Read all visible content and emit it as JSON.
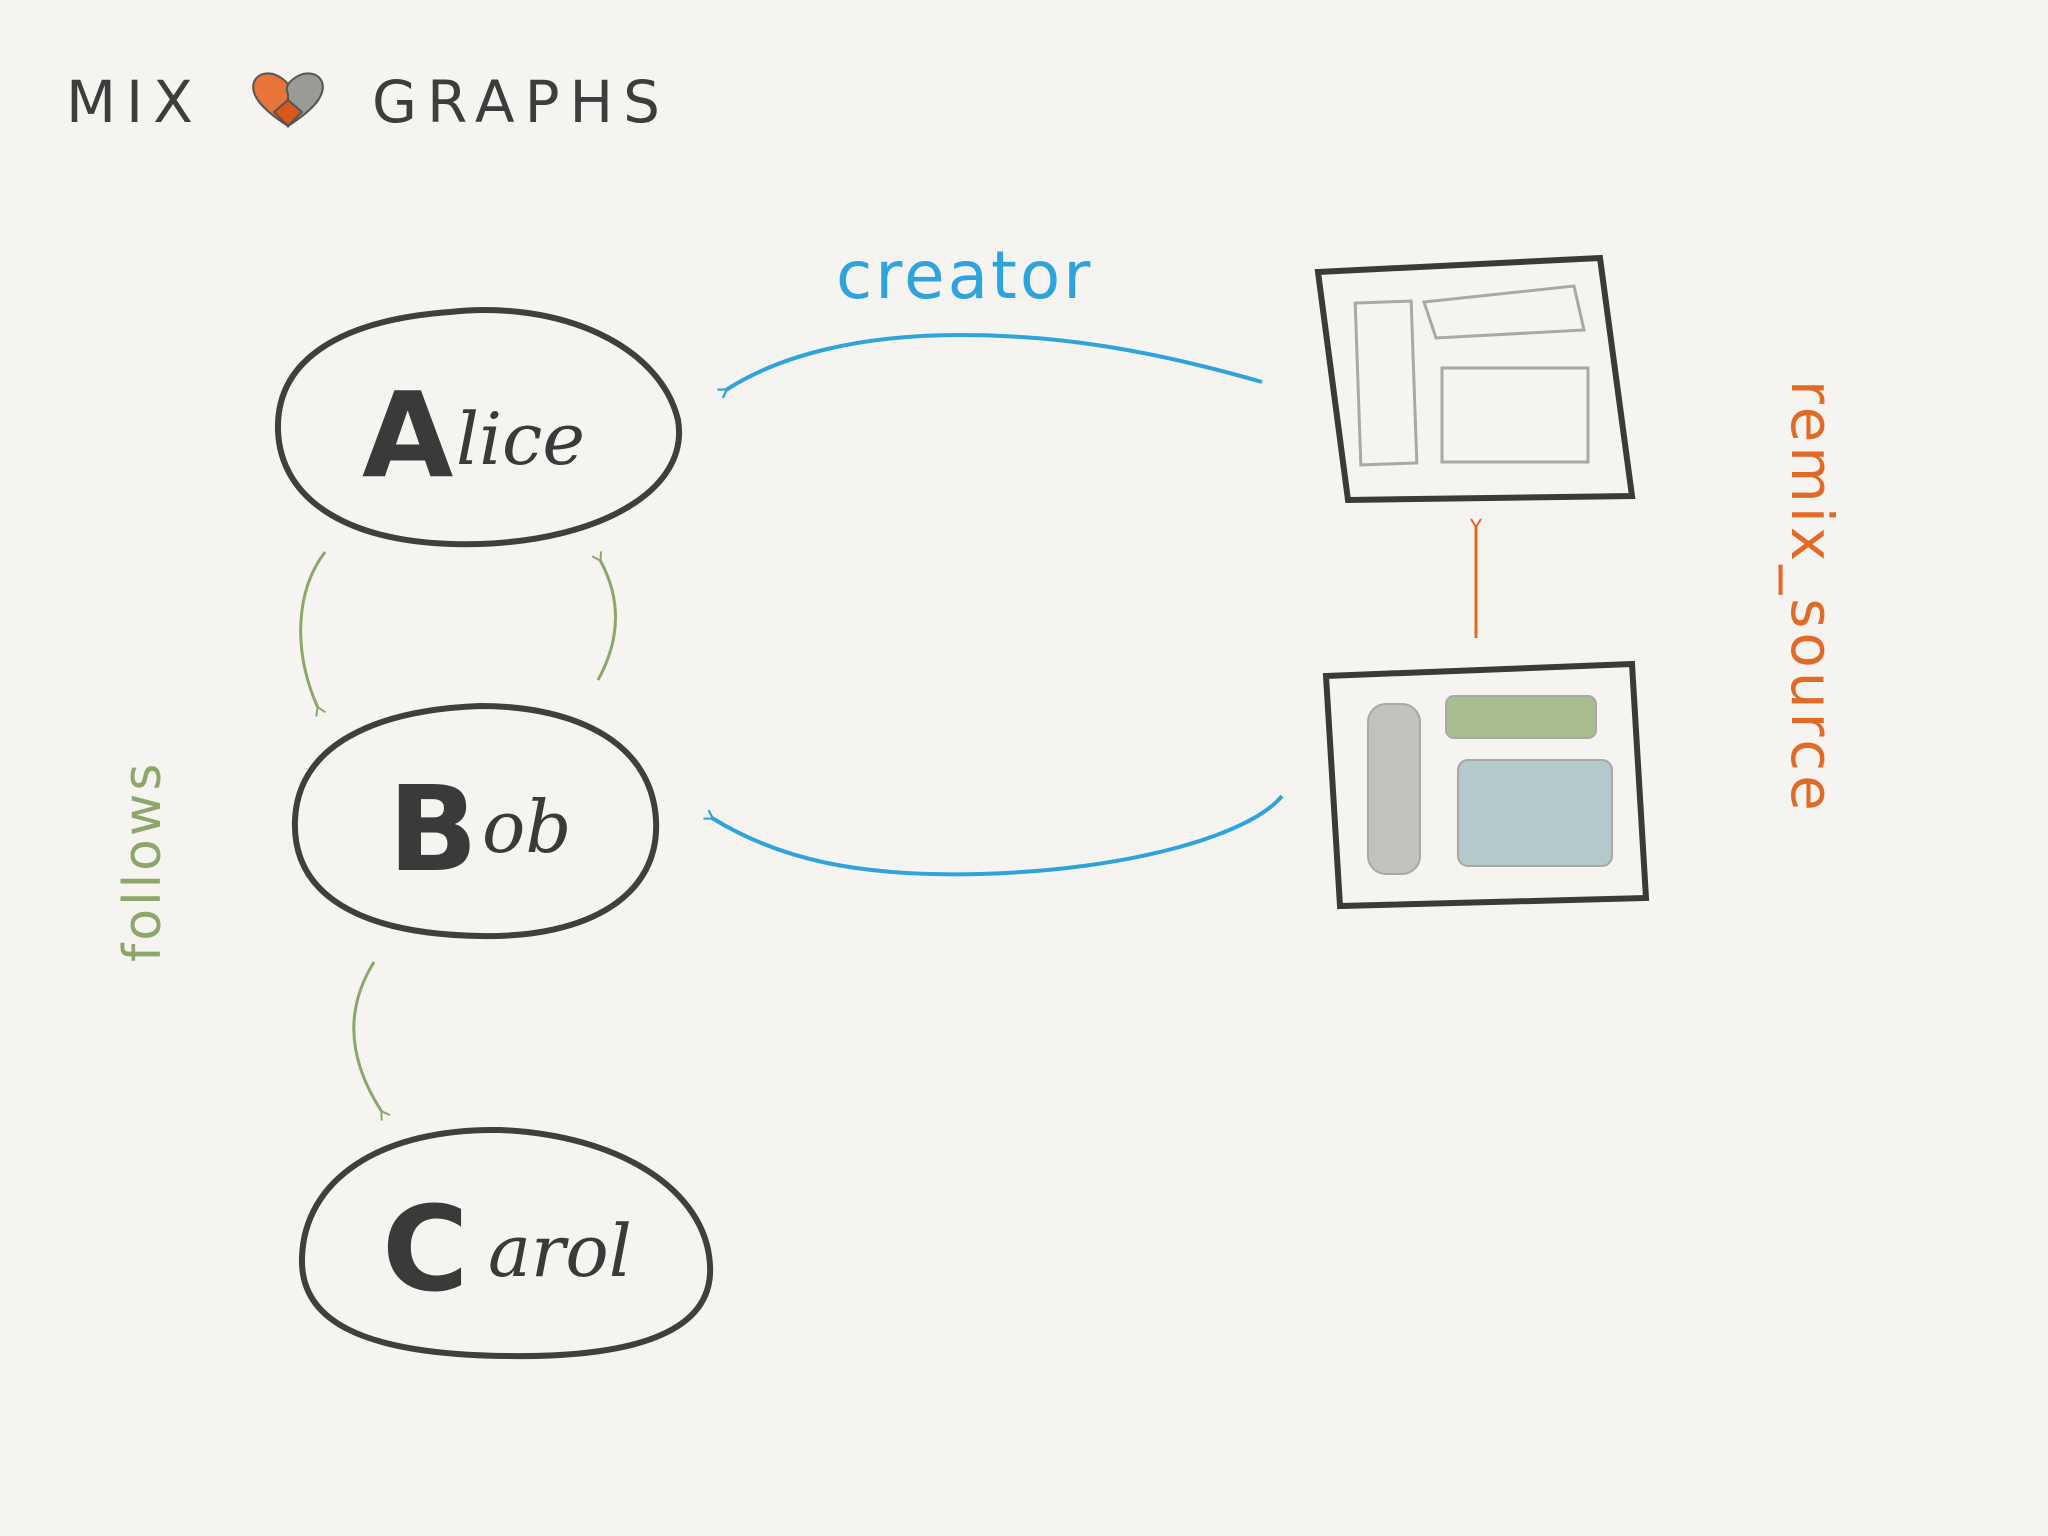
{
  "title": {
    "left": "MIX",
    "right": "GRAPHS",
    "icon": "heart-icon"
  },
  "nodes": {
    "alice": {
      "initial": "A",
      "rest": "lice"
    },
    "bob": {
      "initial": "B",
      "rest": "ob"
    },
    "carol": {
      "initial": "C",
      "rest": "arol"
    }
  },
  "edges": {
    "creator": "creator",
    "follows": "follows",
    "remix_source": "remix_source"
  },
  "colors": {
    "ink": "#3a3a3a",
    "creator": "#2ea3dc",
    "follows": "#8ea66a",
    "remix_source": "#e06a26",
    "heart_orange": "#e8743a",
    "heart_gray": "#9a9a96"
  }
}
